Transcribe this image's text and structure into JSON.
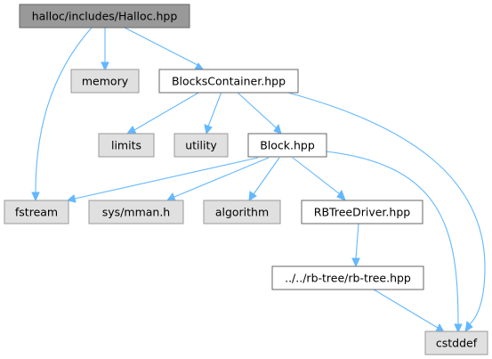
{
  "nodes": {
    "root": {
      "label": "halloc/includes/Halloc.hpp",
      "kind": "root"
    },
    "memory": {
      "label": "memory",
      "kind": "sys"
    },
    "blocks_container": {
      "label": "BlocksContainer.hpp",
      "kind": "local"
    },
    "limits": {
      "label": "limits",
      "kind": "sys"
    },
    "utility": {
      "label": "utility",
      "kind": "sys"
    },
    "block": {
      "label": "Block.hpp",
      "kind": "local"
    },
    "fstream": {
      "label": "fstream",
      "kind": "sys"
    },
    "sys_mman": {
      "label": "sys/mman.h",
      "kind": "sys"
    },
    "algorithm": {
      "label": "algorithm",
      "kind": "sys"
    },
    "rbtree_driver": {
      "label": "RBTreeDriver.hpp",
      "kind": "local"
    },
    "rb_tree": {
      "label": "../../rb-tree/rb-tree.hpp",
      "kind": "local"
    },
    "cstddef": {
      "label": "cstddef",
      "kind": "sys"
    }
  },
  "edges": [
    {
      "from": "root",
      "to": "memory"
    },
    {
      "from": "root",
      "to": "blocks_container"
    },
    {
      "from": "root",
      "to": "fstream"
    },
    {
      "from": "blocks_container",
      "to": "limits"
    },
    {
      "from": "blocks_container",
      "to": "utility"
    },
    {
      "from": "blocks_container",
      "to": "block"
    },
    {
      "from": "blocks_container",
      "to": "cstddef"
    },
    {
      "from": "block",
      "to": "fstream"
    },
    {
      "from": "block",
      "to": "sys_mman"
    },
    {
      "from": "block",
      "to": "algorithm"
    },
    {
      "from": "block",
      "to": "rbtree_driver"
    },
    {
      "from": "block",
      "to": "cstddef"
    },
    {
      "from": "rbtree_driver",
      "to": "rb_tree"
    },
    {
      "from": "rb_tree",
      "to": "cstddef"
    }
  ],
  "colors": {
    "edge": "#63b8ff",
    "root_fill": "#999999",
    "sys_fill": "#e0e0e0",
    "local_fill": "#ffffff",
    "border": "#666666"
  }
}
